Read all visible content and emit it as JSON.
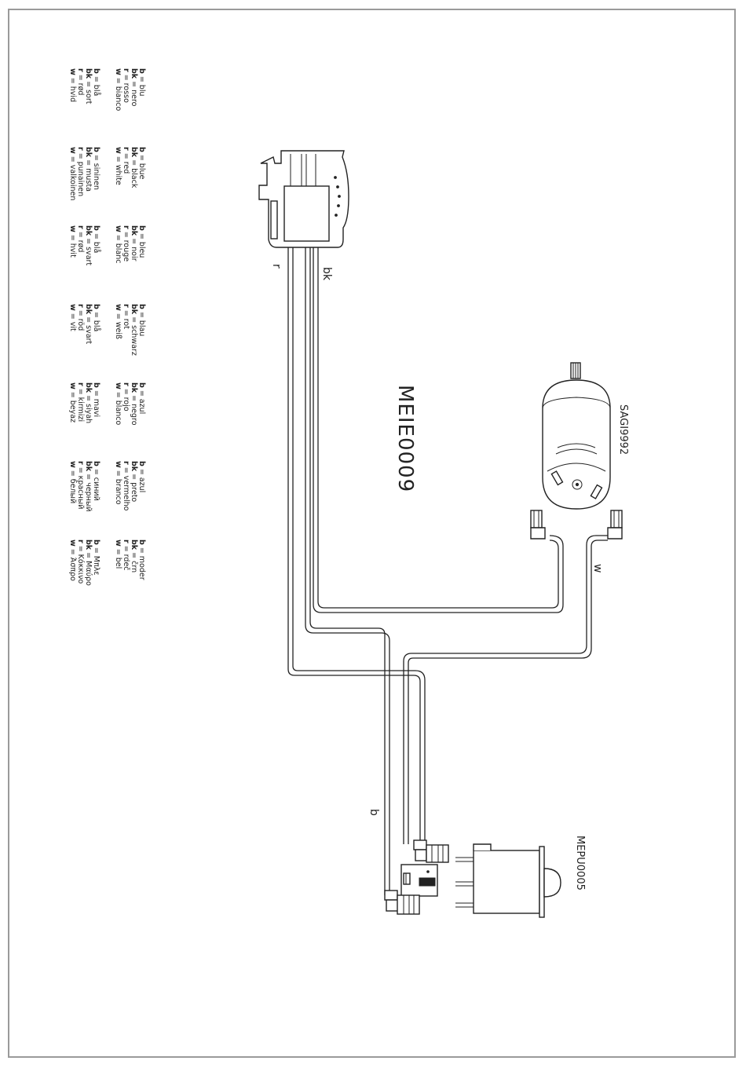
{
  "diagram_title": "MEIE0009",
  "components": {
    "motor": "SAGI9992",
    "switch": "MEPU0005"
  },
  "wire_labels": {
    "red": "r",
    "black": "bk",
    "white": "w",
    "blue": "b"
  },
  "legend": [
    [
      {
        "code": "b",
        "text": " = blu"
      },
      {
        "code": "bk",
        "text": " = nero"
      },
      {
        "code": "r",
        "text": " = rosso"
      },
      {
        "code": "w",
        "text": " = bianco"
      },
      {
        "code": "b",
        "text": " = blå"
      },
      {
        "code": "bk",
        "text": " = sort"
      },
      {
        "code": "r",
        "text": " = rød"
      },
      {
        "code": "w",
        "text": " = hvid"
      }
    ],
    [
      {
        "code": "b",
        "text": " = blue"
      },
      {
        "code": "bk",
        "text": " = black"
      },
      {
        "code": "r",
        "text": " = red"
      },
      {
        "code": "w",
        "text": " = white"
      },
      {
        "code": "b",
        "text": " = sininen"
      },
      {
        "code": "bk",
        "text": " = musta"
      },
      {
        "code": "r",
        "text": " = punainen"
      },
      {
        "code": "w",
        "text": " = valkoinen"
      }
    ],
    [
      {
        "code": "b",
        "text": " = bleu"
      },
      {
        "code": "bk",
        "text": " = noir"
      },
      {
        "code": "r",
        "text": " = rouge"
      },
      {
        "code": "w",
        "text": " = blanc"
      },
      {
        "code": "b",
        "text": " = blå"
      },
      {
        "code": "bk",
        "text": " = svart"
      },
      {
        "code": "r",
        "text": " = rød"
      },
      {
        "code": "w",
        "text": " = hvit"
      }
    ],
    [
      {
        "code": "b",
        "text": " = blau"
      },
      {
        "code": "bk",
        "text": " = schwarz"
      },
      {
        "code": "r",
        "text": " = rot"
      },
      {
        "code": "w",
        "text": " = weiß"
      },
      {
        "code": "b",
        "text": " = blå"
      },
      {
        "code": "bk",
        "text": " = svart"
      },
      {
        "code": "r",
        "text": " = röd"
      },
      {
        "code": "w",
        "text": " = vit"
      }
    ],
    [
      {
        "code": "b",
        "text": " = azul"
      },
      {
        "code": "bk",
        "text": " = negro"
      },
      {
        "code": "r",
        "text": " = rojo"
      },
      {
        "code": "w",
        "text": " = blanco"
      },
      {
        "code": "b",
        "text": " = mavi"
      },
      {
        "code": "bk",
        "text": " = siyah"
      },
      {
        "code": "r",
        "text": " = kirmizi"
      },
      {
        "code": "w",
        "text": " = beyaz"
      }
    ],
    [
      {
        "code": "b",
        "text": " = azul"
      },
      {
        "code": "bk",
        "text": " = preto"
      },
      {
        "code": "r",
        "text": " = vermelho"
      },
      {
        "code": "w",
        "text": " = branco"
      },
      {
        "code": "b",
        "text": " = синий"
      },
      {
        "code": "bk",
        "text": " = черный"
      },
      {
        "code": "r",
        "text": " = красный"
      },
      {
        "code": "w",
        "text": " = белый"
      }
    ],
    [
      {
        "code": "b",
        "text": " = moder"
      },
      {
        "code": "bk",
        "text": " = črn"
      },
      {
        "code": "r",
        "text": " = rdeč"
      },
      {
        "code": "w",
        "text": " = bel"
      },
      {
        "code": "b",
        "text": " = Μπλε"
      },
      {
        "code": "bk",
        "text": " = Μαύρο"
      },
      {
        "code": "r",
        "text": " = Κόκκινο"
      },
      {
        "code": "w",
        "text": " = Άσπρο"
      }
    ]
  ]
}
